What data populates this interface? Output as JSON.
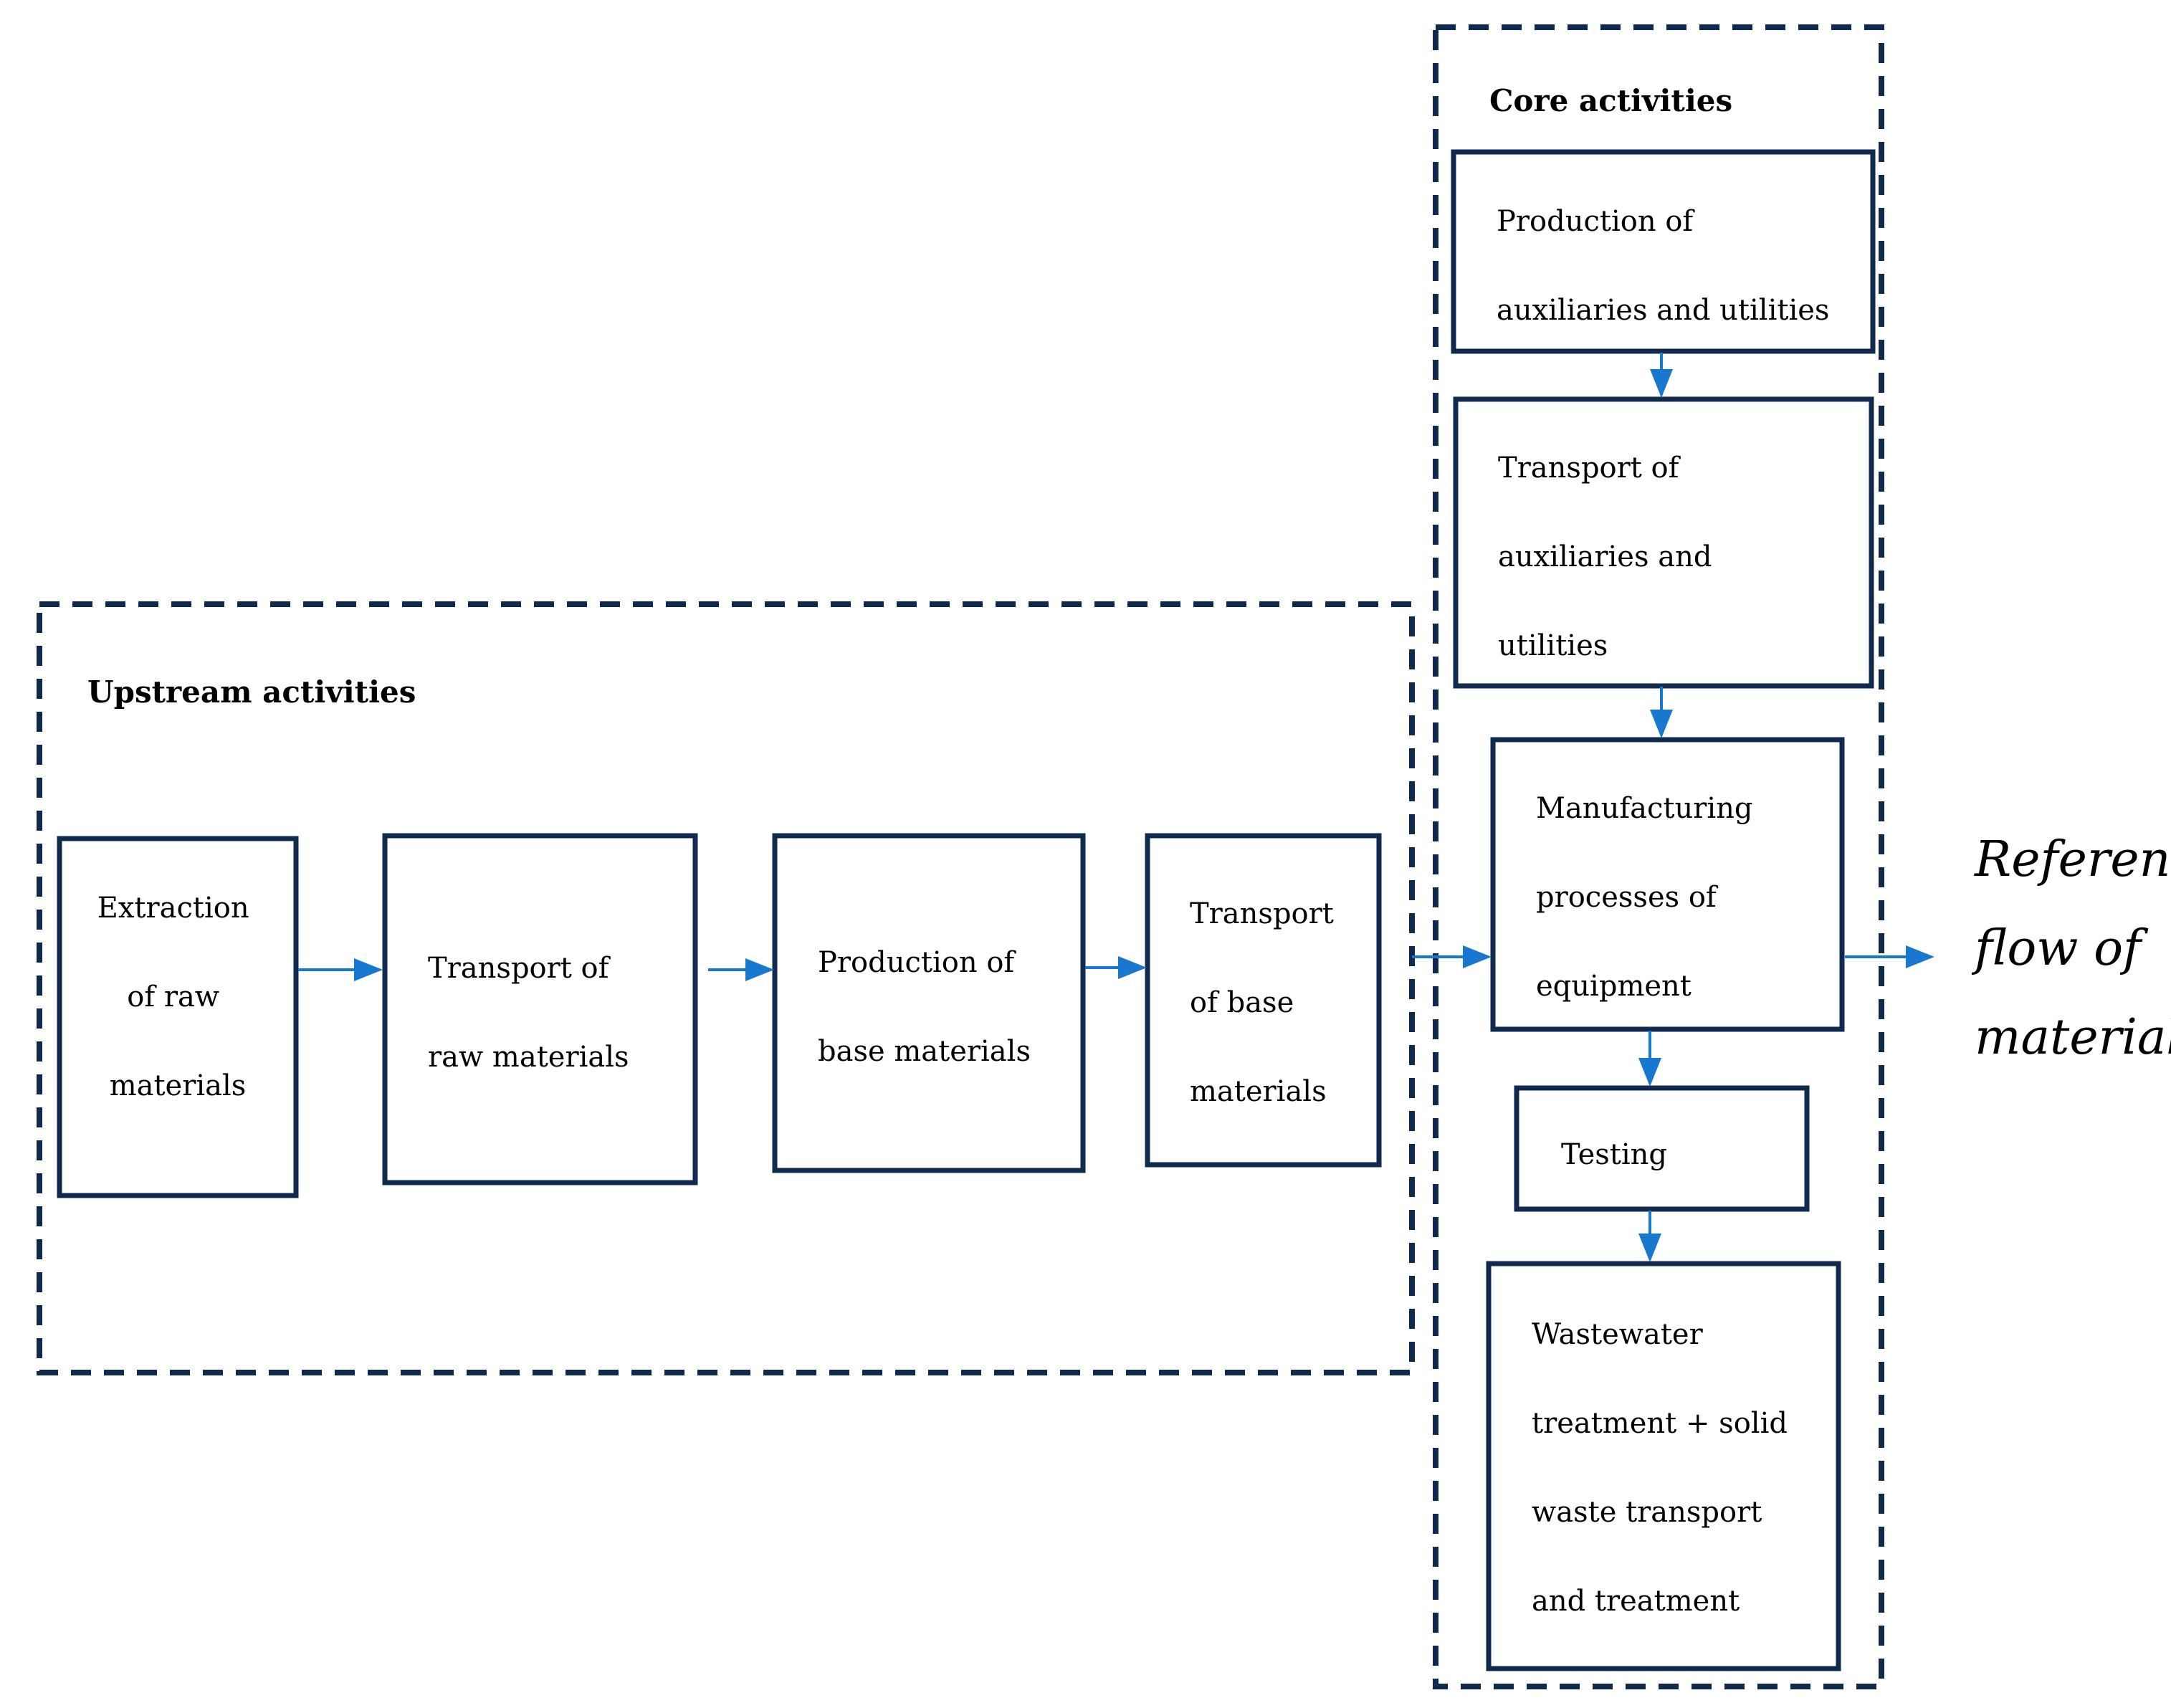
{
  "colors": {
    "box_stroke": "#0f2a4e",
    "group_stroke": "#0f2a4e",
    "arrow": "#1878d0",
    "text": "#000000"
  },
  "groups": {
    "upstream": {
      "title": "Upstream activities"
    },
    "core": {
      "title": "Core activities"
    }
  },
  "boxes": {
    "extraction": {
      "lines": [
        "Extraction",
        "of raw",
        "materials"
      ]
    },
    "transport_raw": {
      "lines": [
        "Transport of",
        "raw materials"
      ]
    },
    "production_base": {
      "lines": [
        "Production of",
        "base materials"
      ]
    },
    "transport_base": {
      "lines": [
        "Transport",
        "of base",
        "materials"
      ]
    },
    "production_aux": {
      "lines": [
        "Production of",
        "auxiliaries and utilities"
      ]
    },
    "transport_aux": {
      "lines": [
        "Transport of",
        "auxiliaries and",
        "utilities"
      ]
    },
    "manufacturing": {
      "lines": [
        "Manufacturing",
        "processes of",
        "equipment"
      ]
    },
    "testing": {
      "lines": [
        "Testing"
      ]
    },
    "wastewater": {
      "lines": [
        "Wastewater",
        "treatment + solid",
        "waste transport",
        "and treatment"
      ]
    }
  },
  "output": {
    "lines": [
      "Reference",
      "flow of",
      "material"
    ]
  }
}
